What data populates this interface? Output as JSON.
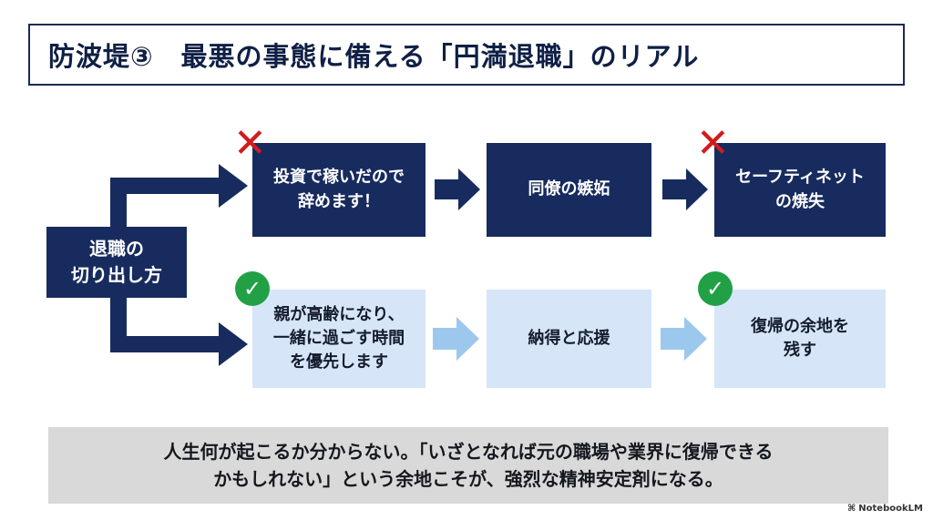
{
  "title": "防波堤③　最悪の事態に備える「円満退職」のリアル",
  "start_node": {
    "label": "退職の\n切り出し方"
  },
  "bad_path": {
    "nodes": [
      {
        "label": "投資で稼いだので\n辞めます！"
      },
      {
        "label": "同僚の嫉妬"
      },
      {
        "label": "セーフティネット\nの焼失"
      }
    ],
    "marks": [
      "✕",
      "✕"
    ]
  },
  "good_path": {
    "nodes": [
      {
        "label": "親が高齢になり、\n一緒に過ごす時間\nを優先します"
      },
      {
        "label": "納得と応援"
      },
      {
        "label": "復帰の余地を\n残す"
      }
    ],
    "marks": [
      "✓",
      "✓"
    ]
  },
  "note": {
    "line1": "人生何が起こるか分からない。「いざとなれば元の職場や業界に復帰できる",
    "line2": "かもしれない」という余地こそが、強烈な精神安定剤になる。"
  },
  "brand": {
    "icon": "notebooklm-icon",
    "label": "NotebookLM"
  },
  "colors": {
    "dark_box": "#172b5e",
    "light_box": "#d6e6f8",
    "light_arrow": "#9cc8ee",
    "cross": "#d01c1c",
    "check": "#22a046"
  }
}
